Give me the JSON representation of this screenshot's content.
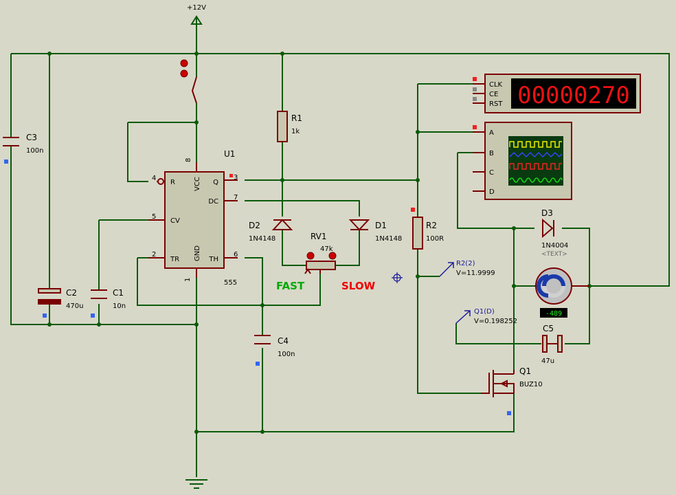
{
  "supply": {
    "label": "+12V"
  },
  "components": {
    "C3": {
      "ref": "C3",
      "value": "100n"
    },
    "C2": {
      "ref": "C2",
      "value": "470u"
    },
    "C1": {
      "ref": "C1",
      "value": "10n"
    },
    "C4": {
      "ref": "C4",
      "value": "100n"
    },
    "C5": {
      "ref": "C5",
      "value": "47u"
    },
    "R1": {
      "ref": "R1",
      "value": "1k"
    },
    "R2": {
      "ref": "R2",
      "value": "100R"
    },
    "RV1": {
      "ref": "RV1",
      "value": "47k"
    },
    "D1": {
      "ref": "D1",
      "value": "1N4148"
    },
    "D2": {
      "ref": "D2",
      "value": "1N4148"
    },
    "D3": {
      "ref": "D3",
      "value": "1N4004",
      "text": "<TEXT>"
    },
    "U1": {
      "ref": "U1",
      "part": "555",
      "pins": {
        "R": "R",
        "VCC": "VCC",
        "Q": "Q",
        "DC": "DC",
        "CV": "CV",
        "TR": "TR",
        "GND": "GND",
        "TH": "TH"
      },
      "pin_numbers": {
        "p4": "4",
        "p8": "8",
        "p3": "3",
        "p7": "7",
        "p5": "5",
        "p2": "2",
        "p1": "1",
        "p6": "6"
      }
    },
    "Q1": {
      "ref": "Q1",
      "part": "BUZ10"
    }
  },
  "labels": {
    "fast": "FAST",
    "slow": "SLOW"
  },
  "probes": {
    "r2": {
      "name": "R2(2)",
      "value": "V=11.9999"
    },
    "q1": {
      "name": "Q1(D)",
      "value": "V=0.198252"
    }
  },
  "counter": {
    "pins": [
      "CLK",
      "CE",
      "RST"
    ],
    "display": "00000270"
  },
  "scope": {
    "channels": [
      "A",
      "B",
      "C",
      "D"
    ]
  },
  "motor": {
    "reading": "-489"
  },
  "colors": {
    "fast": "#00aa00",
    "slow": "#ee0000",
    "wire": "#0a5a0a",
    "component": "#7a0000",
    "probe": "#1a1a9a"
  }
}
